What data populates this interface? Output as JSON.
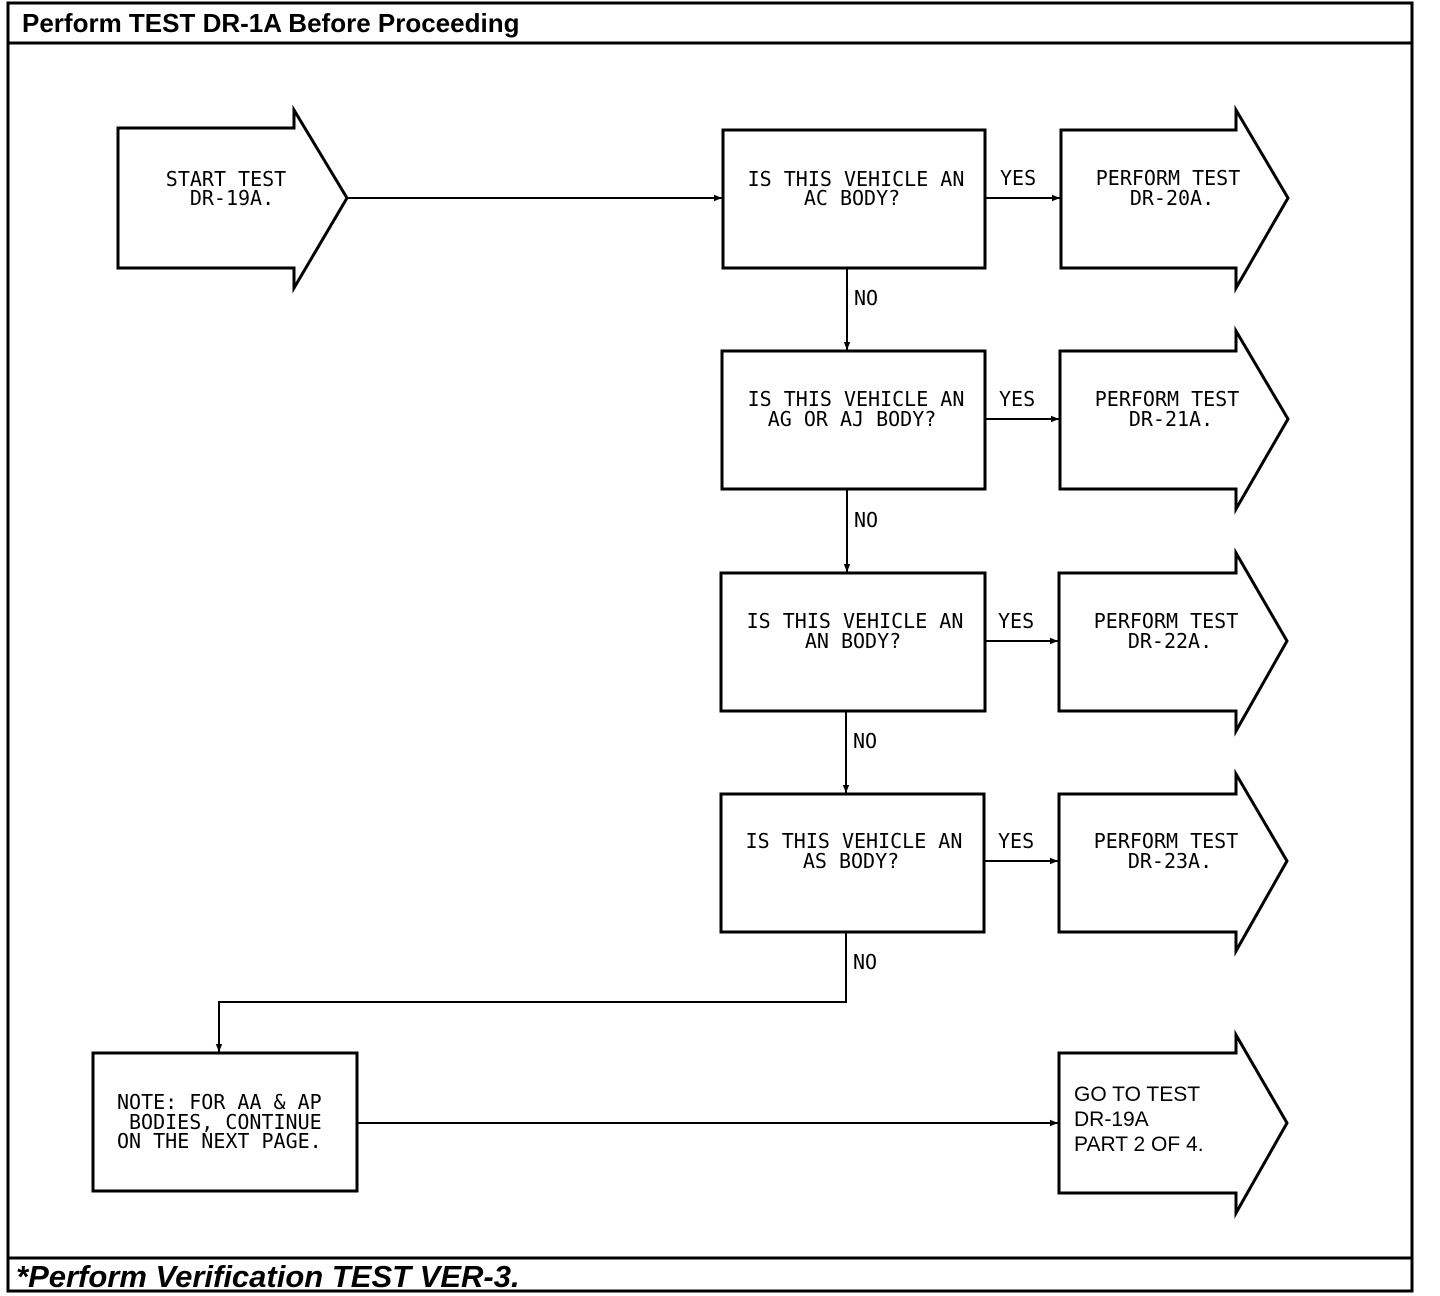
{
  "header": {
    "title": "Perform TEST DR-1A Before Proceeding"
  },
  "footer": {
    "note": "*Perform Verification TEST VER-3."
  },
  "start": {
    "line1": "START TEST",
    "line2": "DR-19A."
  },
  "decisions": [
    {
      "line1": "IS THIS VEHICLE AN",
      "line2": "AC BODY?",
      "yes": "YES",
      "no": "NO"
    },
    {
      "line1": "IS THIS VEHICLE AN",
      "line2": "AG OR AJ BODY?",
      "yes": "YES",
      "no": "NO"
    },
    {
      "line1": "IS THIS VEHICLE AN",
      "line2": "AN BODY?",
      "yes": "YES",
      "no": "NO"
    },
    {
      "line1": "IS THIS VEHICLE AN",
      "line2": "AS BODY?",
      "yes": "YES",
      "no": "NO"
    }
  ],
  "results": [
    {
      "line1": "PERFORM TEST",
      "line2": "DR-20A."
    },
    {
      "line1": "PERFORM TEST",
      "line2": "DR-21A."
    },
    {
      "line1": "PERFORM TEST",
      "line2": "DR-22A."
    },
    {
      "line1": "PERFORM TEST",
      "line2": "DR-23A."
    }
  ],
  "note": {
    "line1": "NOTE: FOR AA & AP",
    "line2": "BODIES, CONTINUE",
    "line3": "ON THE NEXT PAGE."
  },
  "goto": {
    "line1": "GO TO TEST",
    "line2": "DR-19A",
    "line3": "PART 2 OF 4."
  }
}
